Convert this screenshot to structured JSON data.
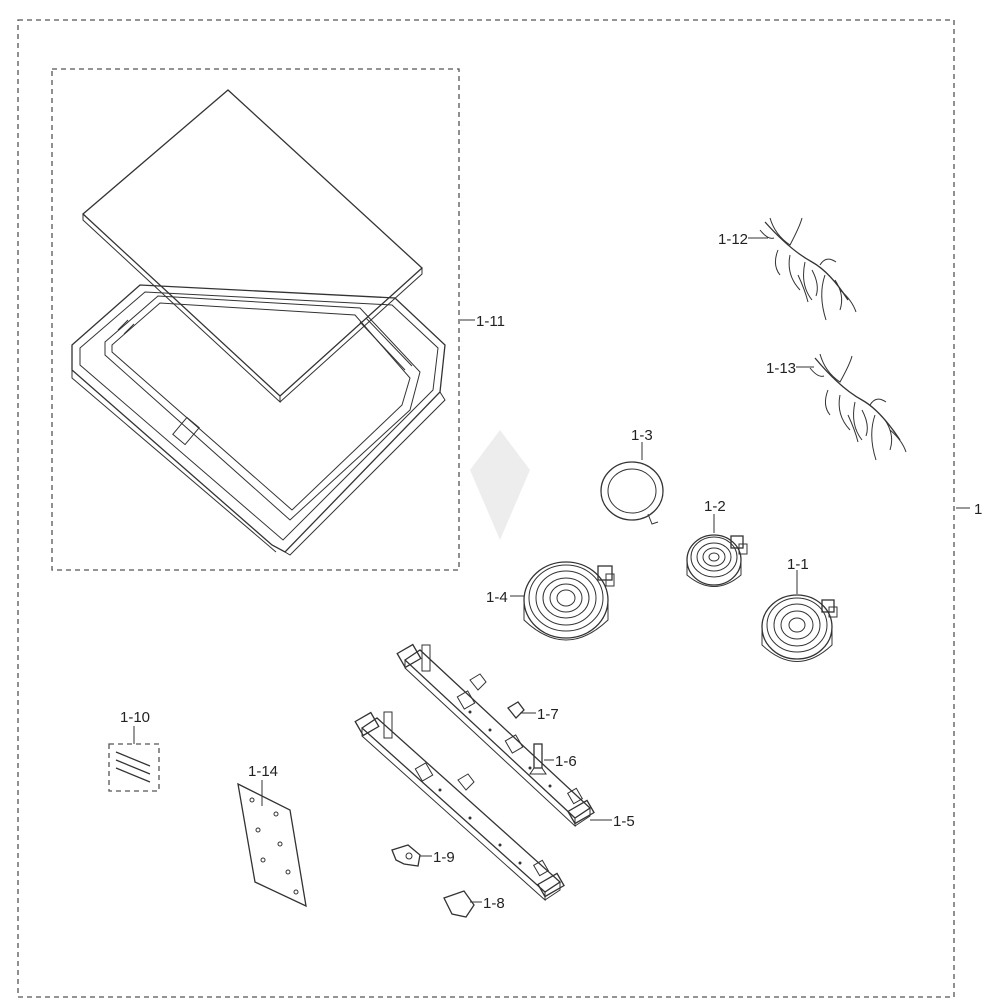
{
  "diagram": {
    "labels": {
      "l1": "1",
      "l1_1": "1-1",
      "l1_2": "1-2",
      "l1_3": "1-3",
      "l1_4": "1-4",
      "l1_5": "1-5",
      "l1_6": "1-6",
      "l1_7": "1-7",
      "l1_8": "1-8",
      "l1_9": "1-9",
      "l1_10": "1-10",
      "l1_11": "1-11",
      "l1_12": "1-12",
      "l1_13": "1-13",
      "l1_14": "1-14"
    }
  }
}
